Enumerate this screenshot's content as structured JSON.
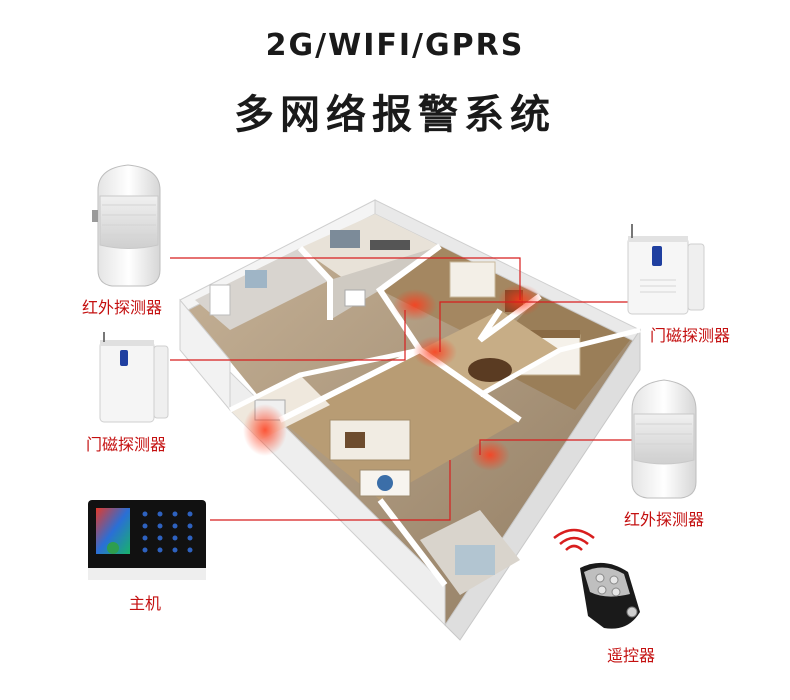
{
  "header": {
    "title_line1": "2G/WIFI/GPRS",
    "title_line2": "多网络报警系统"
  },
  "devices": {
    "pir_left": "红外探测器",
    "door_left": "门磁探测器",
    "panel": "主机",
    "door_right": "门磁探测器",
    "pir_right": "红外探测器",
    "remote": "遥控器"
  },
  "colors": {
    "label_red": "#c41010",
    "line_red": "#d81e1e",
    "panel_black": "#111111"
  },
  "icons": [
    "pir-sensor-icon",
    "door-sensor-icon",
    "alarm-panel-icon",
    "remote-control-icon",
    "house-illustration"
  ]
}
